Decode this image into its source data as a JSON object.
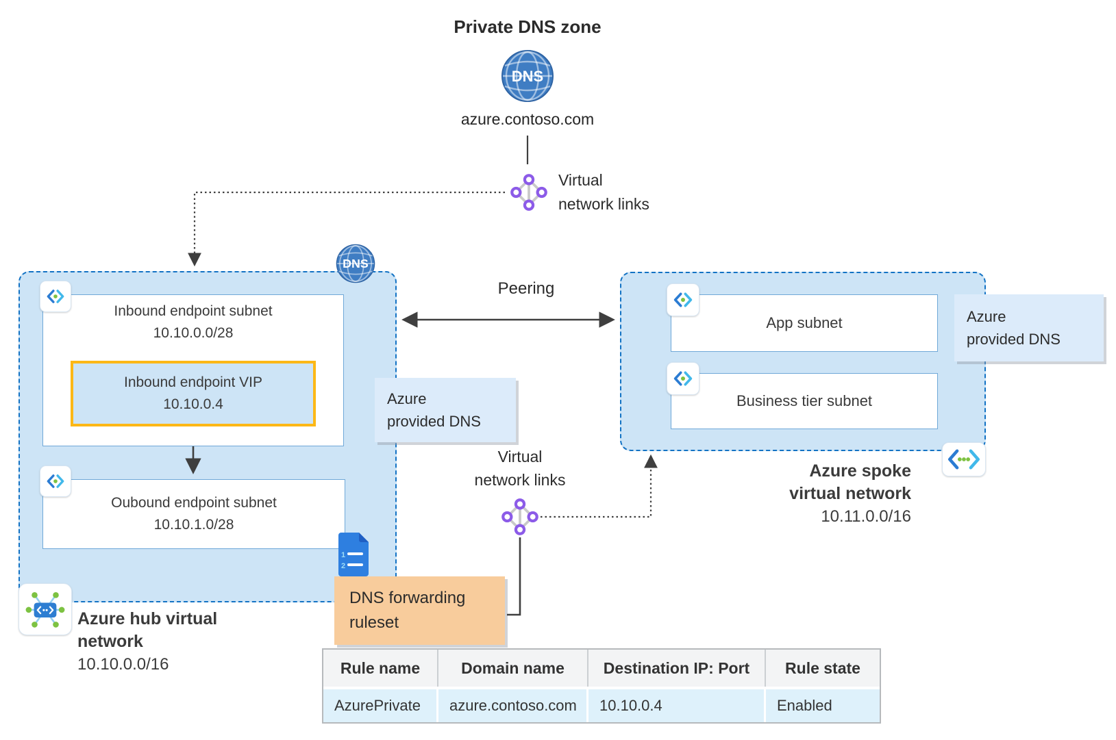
{
  "title": "Private DNS zone",
  "dns_zone": {
    "icon_label": "DNS",
    "domain": "azure.contoso.com"
  },
  "vnl_top": {
    "line1": "Virtual",
    "line2": "network links"
  },
  "hub": {
    "dns_badge": "DNS",
    "inbound_subnet": {
      "line1": "Inbound endpoint subnet",
      "line2": "10.10.0.0/28"
    },
    "vip": {
      "line1": "Inbound endpoint VIP",
      "line2": "10.10.0.4"
    },
    "outbound_subnet": {
      "line1": "Oubound endpoint subnet",
      "line2": "10.10.1.0/28"
    },
    "label_line1": "Azure hub virtual",
    "label_line2": "network",
    "cidr": "10.10.0.0/16"
  },
  "provided_dns_left": {
    "line1": "Azure",
    "line2": "provided DNS"
  },
  "peering_label": "Peering",
  "spoke": {
    "app_subnet": "App subnet",
    "business_subnet": "Business tier subnet",
    "label_line1": "Azure spoke",
    "label_line2": "virtual network",
    "cidr": "10.11.0.0/16"
  },
  "provided_dns_right": {
    "line1": "Azure",
    "line2": "provided DNS"
  },
  "vnl_bottom": {
    "line1": "Virtual",
    "line2": "network links"
  },
  "ruleset": {
    "line1": "DNS forwarding",
    "line2": "ruleset"
  },
  "ruleset_doc_icon": {
    "line_no_1": "1",
    "line_no_2": "2"
  },
  "table": {
    "headers": [
      "Rule name",
      "Domain name",
      "Destination IP: Port",
      "Rule state"
    ],
    "rows": [
      [
        "AzurePrivate",
        "azure.contoso.com",
        "10.10.0.4",
        "Enabled"
      ]
    ]
  },
  "colors": {
    "vnet-fill": "#cde4f6",
    "vnet-border": "#1272c4",
    "box-border": "#6fa8d8",
    "gold": "#fcb817",
    "panel-fill": "#dcebfa",
    "orange-fill": "#f8cc9c",
    "row-fill": "#def1fb",
    "header-fill": "#f3f4f5",
    "table-border": "#b6b9bc",
    "divider": "#cbcfd2",
    "globe-fill": "#3f7dc3",
    "purple": "#8c5be8",
    "green": "#7dc242",
    "line": "#3f3f3f",
    "text": "#3a3a3a",
    "icon-blue": "#2b7cd3",
    "icon-cyan": "#41b8ea"
  }
}
